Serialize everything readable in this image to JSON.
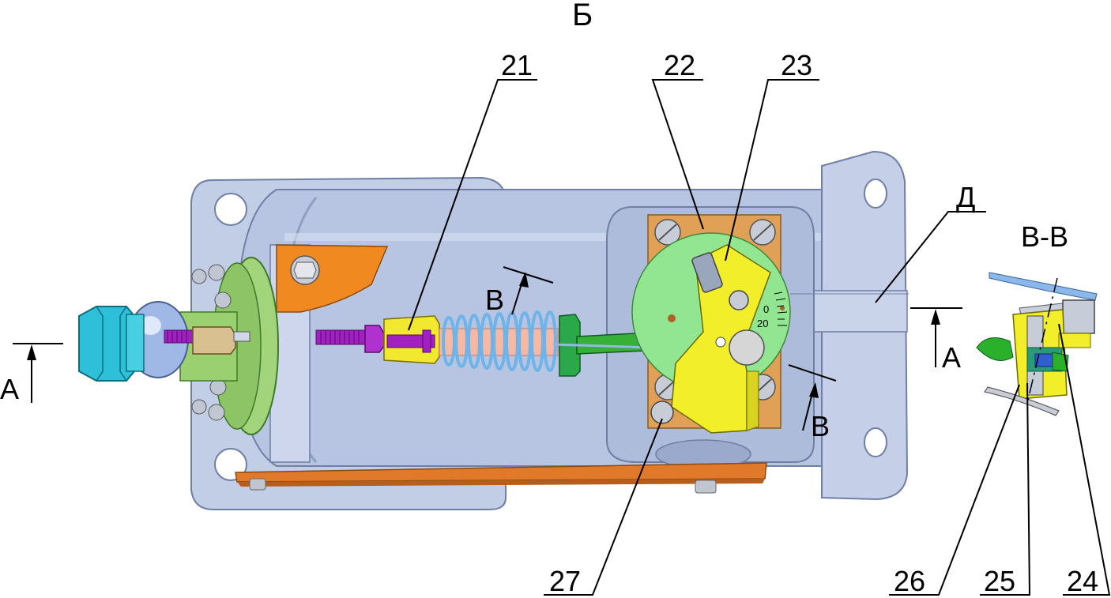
{
  "view_title": "Б",
  "section_title": "В-В",
  "callouts": [
    "21",
    "22",
    "23",
    "27",
    "26",
    "25",
    "24"
  ],
  "marker_d": "Д",
  "section_a_left": "А",
  "section_a_right": "А",
  "section_b_top": "В",
  "section_b_bottom": "В",
  "dial_scale": [
    "0",
    "20"
  ],
  "colors": {
    "housing": "#b9c6e0",
    "housing_dark": "#8f9fc2",
    "flange_green": "#9fd07a",
    "dial_green": "#8fe08f",
    "lever_yellow": "#f2ee2a",
    "plate_orange": "#e0a050",
    "bar_orange": "#e07a2a",
    "spring_blue": "#8ac8ee",
    "rod_green": "#2aa02a",
    "screw_purple": "#a020c0",
    "nut_cyan": "#30c0d8"
  }
}
